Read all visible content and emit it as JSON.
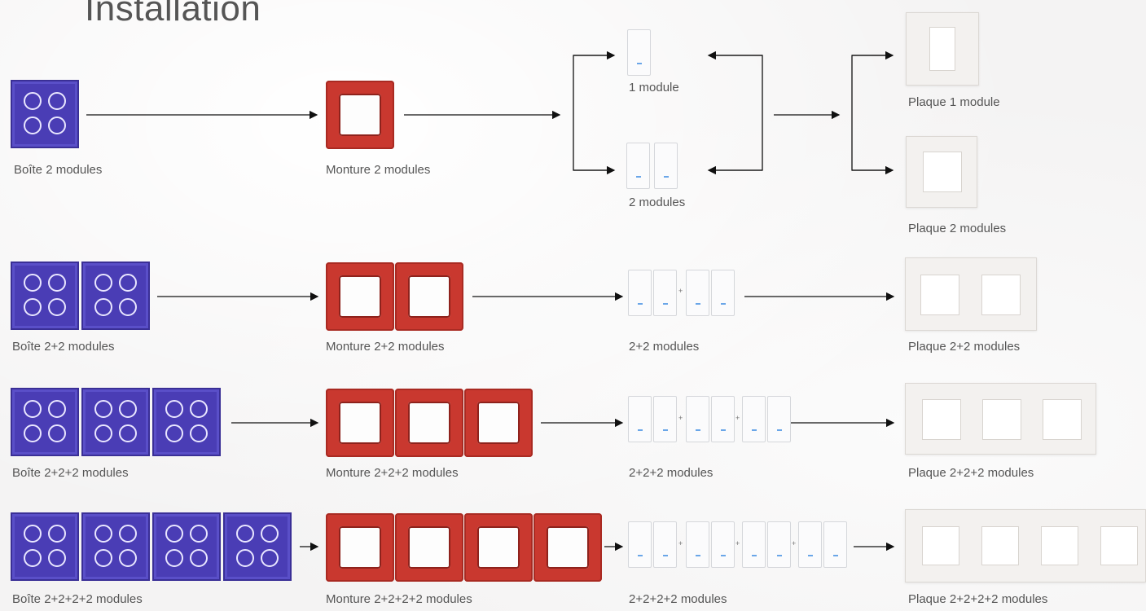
{
  "title": "Installation",
  "rows": [
    {
      "box": "Boîte 2 modules",
      "frame": "Monture 2 modules",
      "modules": [
        "1 module",
        "2 modules"
      ],
      "plates": [
        "Plaque 1 module",
        "Plaque 2 modules"
      ]
    },
    {
      "box": "Boîte 2+2 modules",
      "frame": "Monture 2+2 modules",
      "modules": [
        "2+2 modules"
      ],
      "plates": [
        "Plaque 2+2 modules"
      ]
    },
    {
      "box": "Boîte 2+2+2 modules",
      "frame": "Monture 2+2+2 modules",
      "modules": [
        "2+2+2 modules"
      ],
      "plates": [
        "Plaque 2+2+2 modules"
      ]
    },
    {
      "box": "Boîte 2+2+2+2 modules",
      "frame": "Monture 2+2+2+2 modules",
      "modules": [
        "2+2+2+2 modules"
      ],
      "plates": [
        "Plaque 2+2+2+2 modules"
      ]
    }
  ],
  "plus_sign": "+",
  "colors": {
    "box": "#4a3db5",
    "frame": "#c9382f",
    "led": "#6aa6e8",
    "arrow": "#111111"
  }
}
